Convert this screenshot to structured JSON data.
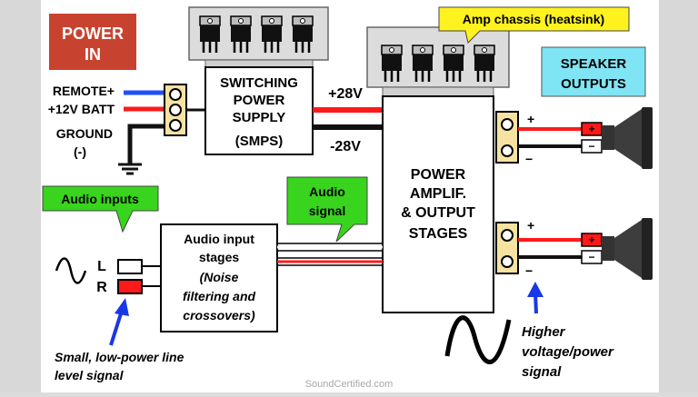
{
  "labels": {
    "power_in": [
      "POWER",
      "IN"
    ],
    "remote": "REMOTE+",
    "batt": "+12V BATT",
    "ground": [
      "GROUND",
      "(-)"
    ],
    "smps": [
      "SWITCHING",
      "POWER",
      "SUPPLY",
      "(SMPS)"
    ],
    "plus28": "+28V",
    "minus28": "-28V",
    "amp_chassis": "Amp chassis (heatsink)",
    "speaker_outputs": [
      "SPEAKER",
      "OUTPUTS"
    ],
    "power_amp": [
      "POWER",
      "AMPLIF.",
      "& OUTPUT",
      "STAGES"
    ],
    "audio_inputs": "Audio inputs",
    "audio_signal": [
      "Audio",
      "signal"
    ],
    "input_stages": [
      "Audio input",
      "stages"
    ],
    "input_stages_note": [
      "(Noise",
      "filtering and",
      "crossovers)"
    ],
    "channel_l": "L",
    "channel_r": "R",
    "low_power_note": [
      "Small, low-power line",
      "level signal"
    ],
    "high_power_note": [
      "Higher",
      "voltage/power",
      "signal"
    ],
    "terminal_plus": "+",
    "terminal_minus": "−",
    "watermark": "SoundCertified.com"
  },
  "colors": {
    "power_in_bg": "#c8432f",
    "speaker_outputs_bg": "#7fe4f4",
    "callout_yellow": "#fff21e",
    "callout_green": "#39d41d",
    "remote_wire": "#1f4fff",
    "batt_wire": "#ff1a1a",
    "ground_wire": "#111111",
    "arrow_blue": "#1a37e6",
    "terminal": "#f7e3a1",
    "left_channel": "#ffffff",
    "right_channel": "#ff1a1a"
  }
}
